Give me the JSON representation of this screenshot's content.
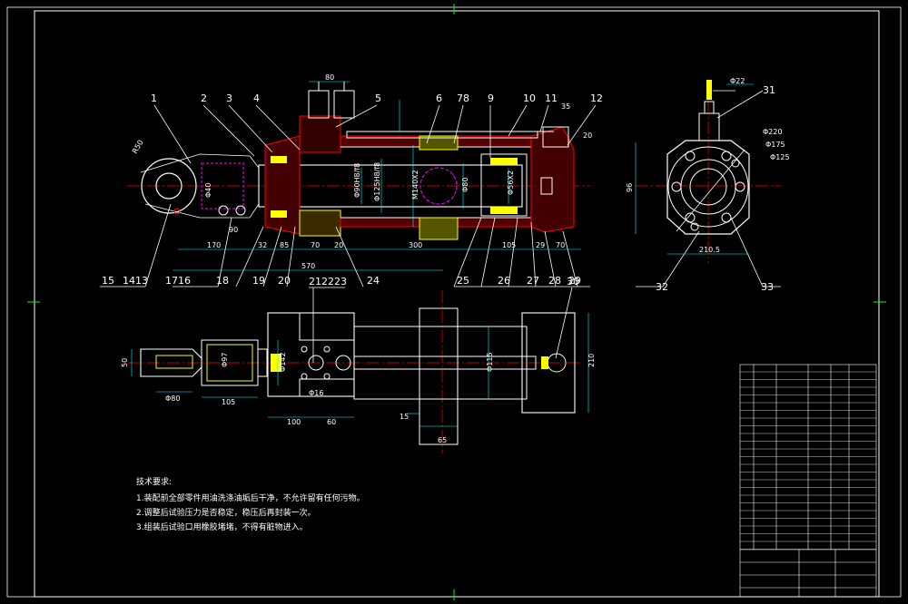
{
  "callouts_top": [
    "1",
    "2",
    "3",
    "4",
    "5",
    "6",
    "78",
    "9",
    "10",
    "11",
    "12"
  ],
  "callouts_bottom": [
    "15",
    "1413",
    "1716",
    "18",
    "19",
    "20",
    "24",
    "25",
    "26",
    "27",
    "28",
    "29"
  ],
  "callouts_side": [
    "31",
    "32",
    "33"
  ],
  "callouts_lower": [
    "212223",
    "30"
  ],
  "dims_main": {
    "top_80": "80",
    "top_35": "35",
    "top_20": "20",
    "rod_d": "Φ90H8/f8",
    "bore_d": "Φ125H8/f8",
    "thread": "M140X2",
    "piston": "Φ80",
    "piston2": "Φ56X2",
    "b170": "170",
    "b32": "32",
    "b85": "85",
    "b70": "70",
    "b20": "20",
    "b300": "300",
    "b105": "105",
    "b29": "29",
    "b70r": "70",
    "total": "570",
    "eye_r": "R50",
    "eye_d": "Φ40",
    "eye_90": "90"
  },
  "dims_side": {
    "top_22": "Φ22",
    "d220": "Φ220",
    "d175": "Φ175",
    "d125": "Φ125",
    "h96": "96",
    "w210": "210.5"
  },
  "dims_lower": {
    "h50": "50",
    "d80": "Φ80",
    "d97": "Φ97",
    "w105": "105",
    "d142": "Φ142",
    "d16": "Φ16",
    "w100": "100",
    "w60": "60",
    "w15": "15",
    "w65": "65",
    "d115": "Φ115",
    "h210": "210"
  },
  "tech_notes": {
    "title": "技术要求:",
    "items": [
      "1.装配前全部零件用油洗涤油垢后干净，不允许留有任何污物。",
      "2.调整后试验压力是否稳定，稳压后再封装一次。",
      "3.组装后试验口用橡胶堵堵，不得有脏物进入。"
    ]
  },
  "colors": {
    "line": "#ffffff",
    "section": "#ff0000",
    "dimension": "#00ffff",
    "centerline": "#ff0000",
    "hidden": "#ff00ff",
    "accent": "#ffff00",
    "background": "#000000"
  }
}
